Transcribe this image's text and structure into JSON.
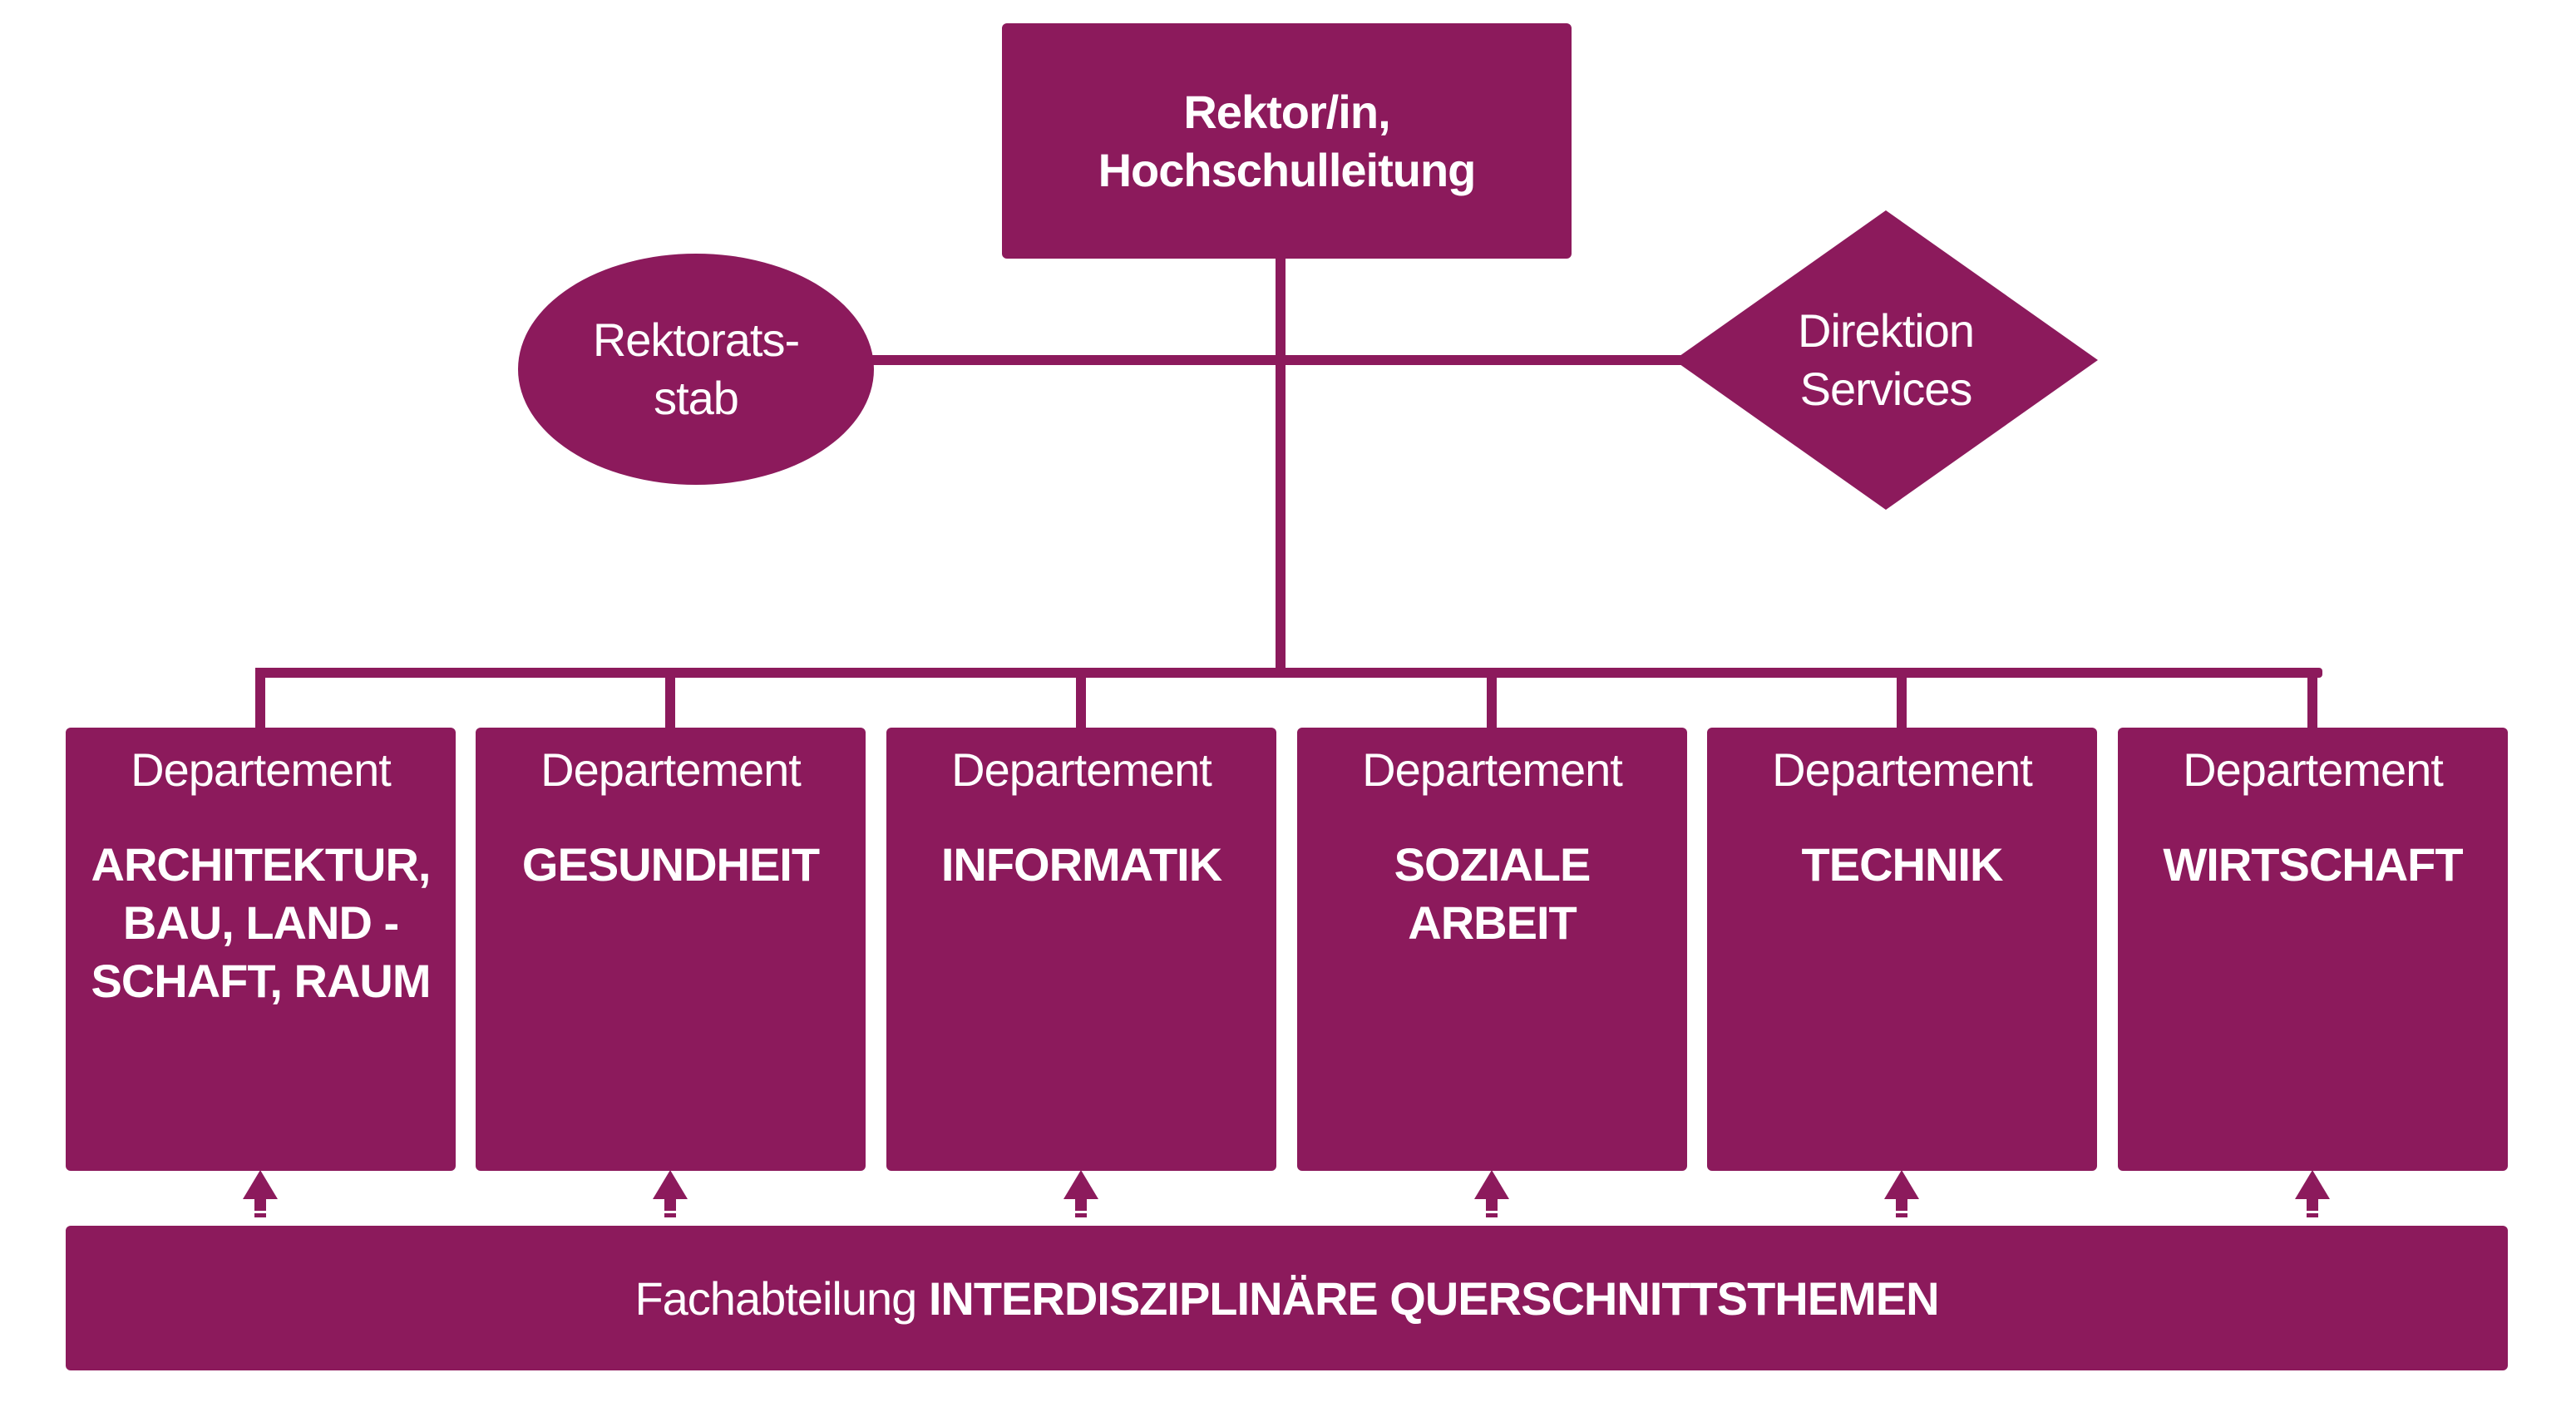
{
  "palette": {
    "accent_magenta": "#8C1A5C",
    "text_white": "#FFFFFF",
    "background": "#FFFFFF"
  },
  "root": {
    "label": "Rektor/in,\nHochschulleitung"
  },
  "staff": {
    "label": "Rektorats-\nstab"
  },
  "services": {
    "label": "Direktion\nServices"
  },
  "departments": [
    {
      "prefix": "Departement",
      "title": "ARCHITEKTUR,\nBAU, LAND -\nSCHAFT, RAUM"
    },
    {
      "prefix": "Departement",
      "title": "GESUNDHEIT"
    },
    {
      "prefix": "Departement",
      "title": "INFORMATIK"
    },
    {
      "prefix": "Departement",
      "title": "SOZIALE\nARBEIT"
    },
    {
      "prefix": "Departement",
      "title": "TECHNIK"
    },
    {
      "prefix": "Departement",
      "title": "WIRTSCHAFT"
    }
  ],
  "bottom_bar": {
    "prefix": "Fachabteilung ",
    "title": "INTERDISZIPLINÄRE QUERSCHNITTSTHEMEN"
  }
}
